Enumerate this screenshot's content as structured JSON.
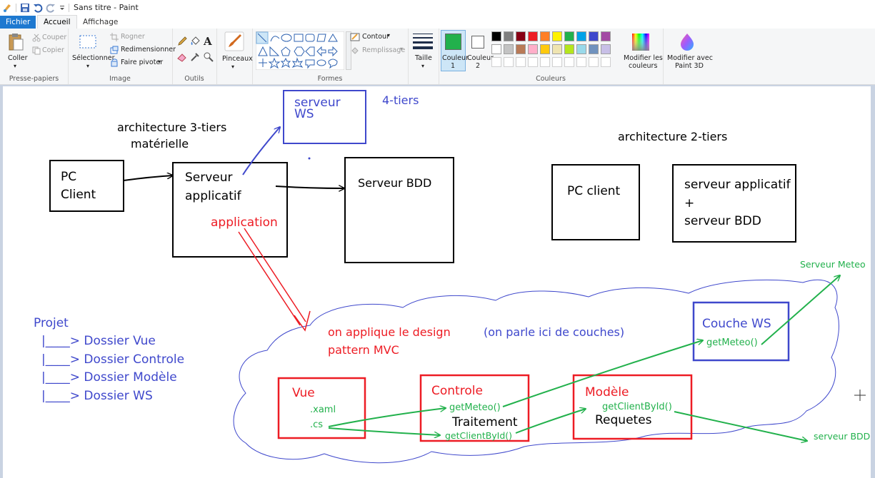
{
  "window": {
    "title": "Sans titre - Paint"
  },
  "tabs": {
    "fichier": "Fichier",
    "accueil": "Accueil",
    "affichage": "Affichage"
  },
  "ribbon": {
    "clipboard": {
      "paste": "Coller",
      "cut": "Couper",
      "copy": "Copier",
      "label": "Presse-papiers"
    },
    "image": {
      "select": "Sélectionner",
      "crop": "Rogner",
      "resize": "Redimensionner",
      "rotate": "Faire pivoter",
      "label": "Image"
    },
    "tools": {
      "label": "Outils"
    },
    "brushes": {
      "label": "Pinceaux"
    },
    "shapes": {
      "outline": "Contour",
      "fill": "Remplissage",
      "label": "Formes"
    },
    "size": {
      "label": "Taille"
    },
    "colors": {
      "color1": "Couleur",
      "color1_num": "1",
      "color2": "Couleur",
      "color2_num": "2",
      "edit_line1": "Modifier les",
      "edit_line2": "couleurs",
      "label": "Couleurs",
      "row1": [
        "#000000",
        "#7f7f7f",
        "#880015",
        "#ed1c24",
        "#ff7f27",
        "#fff200",
        "#22b14c",
        "#00a2e8",
        "#3f48cc",
        "#a349a4"
      ],
      "row2": [
        "#ffffff",
        "#c3c3c3",
        "#b97a57",
        "#ffaec9",
        "#ffc90e",
        "#efe4b0",
        "#b5e61d",
        "#99d9ea",
        "#7092be",
        "#c8bfe7"
      ],
      "color1_value": "#22b14c",
      "color2_value": "#ffffff"
    },
    "paint3d": {
      "line1": "Modifier avec",
      "line2": "Paint 3D"
    }
  },
  "drawing": {
    "texts": {
      "archi3_line1": "architecture 3-tiers",
      "archi3_line2": "matérielle",
      "pc_client_line1": "PC",
      "pc_client_line2": "Client",
      "serveur_app_line1": "Serveur",
      "serveur_app_line2": "applicatif",
      "serveur_ws_line1": "serveur",
      "serveur_ws_line2": "WS",
      "four_tiers": "4-tiers",
      "serveur_bdd": "Serveur BDD",
      "application": "application",
      "archi2": "architecture 2-tiers",
      "pc_client_2": "PC client",
      "serveur_app2_line1": "serveur applicatif",
      "serveur_app2_line2": "+",
      "serveur_app2_line3": "serveur BDD",
      "serveur_meteo": "Serveur Meteo",
      "projet": "Projet",
      "dossier_vue": "|____> Dossier Vue",
      "dossier_controle": "|____> Dossier Controle",
      "dossier_modele": "|____> Dossier Modèle",
      "dossier_ws": "|____> Dossier WS",
      "mvc_line1": "on applique le design",
      "mvc_line2": "pattern MVC",
      "couches": "(on parle ici de couches)",
      "couche_ws": "Couche WS",
      "get_meteo_ws": "getMeteo()",
      "vue": "Vue",
      "xaml": ".xaml",
      "cs": ".cs",
      "controle": "Controle",
      "get_meteo_ctrl": "getMeteo()",
      "traitement": "Traitement",
      "get_client_ctrl": "getClientById()",
      "modele": "Modèle",
      "get_client_modele": "getClientById()",
      "requetes": "Requetes",
      "serveur_bdd_small": "serveur BDD"
    },
    "colors": {
      "black": "#000000",
      "blue": "#3f48cc",
      "red": "#ed1c24",
      "green": "#22b14c"
    }
  }
}
